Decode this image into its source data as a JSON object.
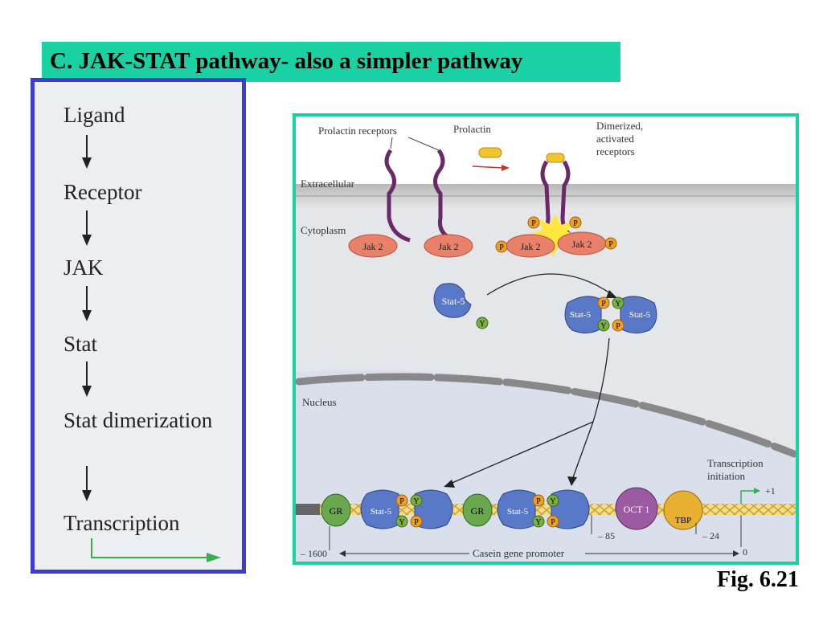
{
  "title": "C. JAK-STAT pathway- also a simpler pathway",
  "flow_steps": [
    "Ligand",
    "Receptor",
    "JAK",
    "Stat",
    "Stat dimerization",
    "Transcription"
  ],
  "figure_label": "Fig. 6.21",
  "diagram": {
    "prolactin_receptors": "Prolactin receptors",
    "prolactin": "Prolactin",
    "dimerized_line1": "Dimerized,",
    "dimerized_line2": "activated",
    "dimerized_line3": "receptors",
    "extracellular": "Extracellular",
    "cytoplasm": "Cytoplasm",
    "nucleus": "Nucleus",
    "jak2": "Jak 2",
    "stat5": "Stat-5",
    "p": "P",
    "y": "Y",
    "gr": "GR",
    "oct1": "OCT 1",
    "tbp": "TBP",
    "transcription_initiation_1": "Transcription",
    "transcription_initiation_2": "initiation",
    "plus1": "+1",
    "pos_minus85": "– 85",
    "pos_minus24": "– 24",
    "pos_minus1600": "– 1600",
    "pos_zero": "0",
    "casein_promoter": "Casein gene promoter"
  },
  "colors": {
    "title_bg": "#1ad1a3",
    "flow_border": "#3b3bd6",
    "diagram_border": "#1ad1a3",
    "jak": "#e9806a",
    "stat": "#5a78c8",
    "phospho": "#f0a020",
    "tyrosine": "#7ab040",
    "gr": "#6aa84f",
    "oct1": "#9c5aa0",
    "tbp": "#e8b030",
    "receptor": "#6a2a6a"
  }
}
